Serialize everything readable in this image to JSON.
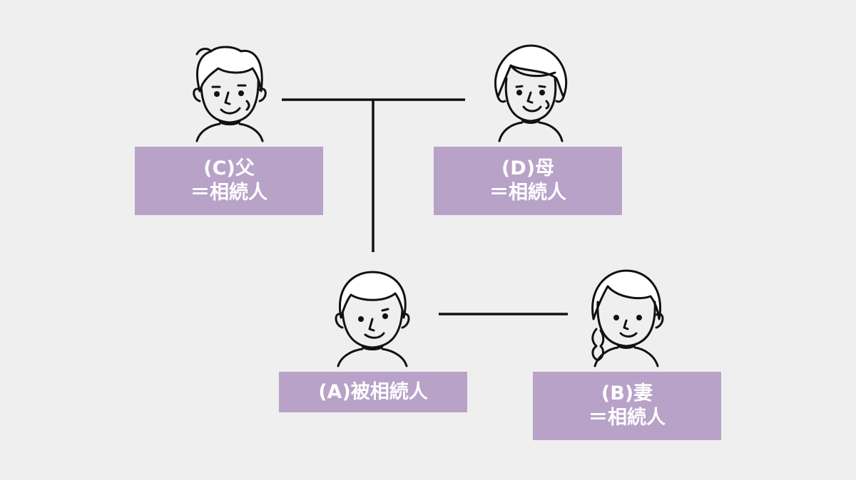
{
  "colors": {
    "background": "#efefef",
    "label_fill": "#b8a2c8",
    "label_text": "#ffffff",
    "line": "#111111"
  },
  "people": {
    "father": {
      "icon": "older-man-icon",
      "line1": "(C)父",
      "line2": "＝相続人"
    },
    "mother": {
      "icon": "older-woman-icon",
      "line1": "(D)母",
      "line2": "＝相続人"
    },
    "deceased": {
      "icon": "man-icon",
      "line1": "(A)被相続人"
    },
    "wife": {
      "icon": "woman-icon",
      "line1": "(B)妻",
      "line2": "＝相続人"
    }
  }
}
